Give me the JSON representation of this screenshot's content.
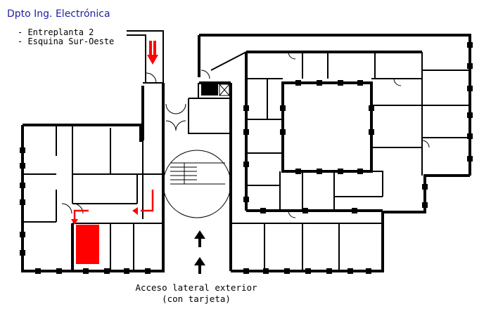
{
  "title": "Dpto Ing. Electrónica",
  "location_notes": [
    "- Entreplanta 2",
    "- Esquina Sur-Oeste"
  ],
  "access_label": [
    "Acceso lateral exterior",
    "(con tarjeta)"
  ],
  "colors": {
    "title": "#1f1fa6",
    "highlight": "#ff0000",
    "walls": "#000000",
    "background": "#ffffff"
  },
  "icons": [
    "entrance-arrow-icon",
    "route-arrow-icon",
    "elevator-icon",
    "staircase-icon",
    "door-arc-icon"
  ]
}
